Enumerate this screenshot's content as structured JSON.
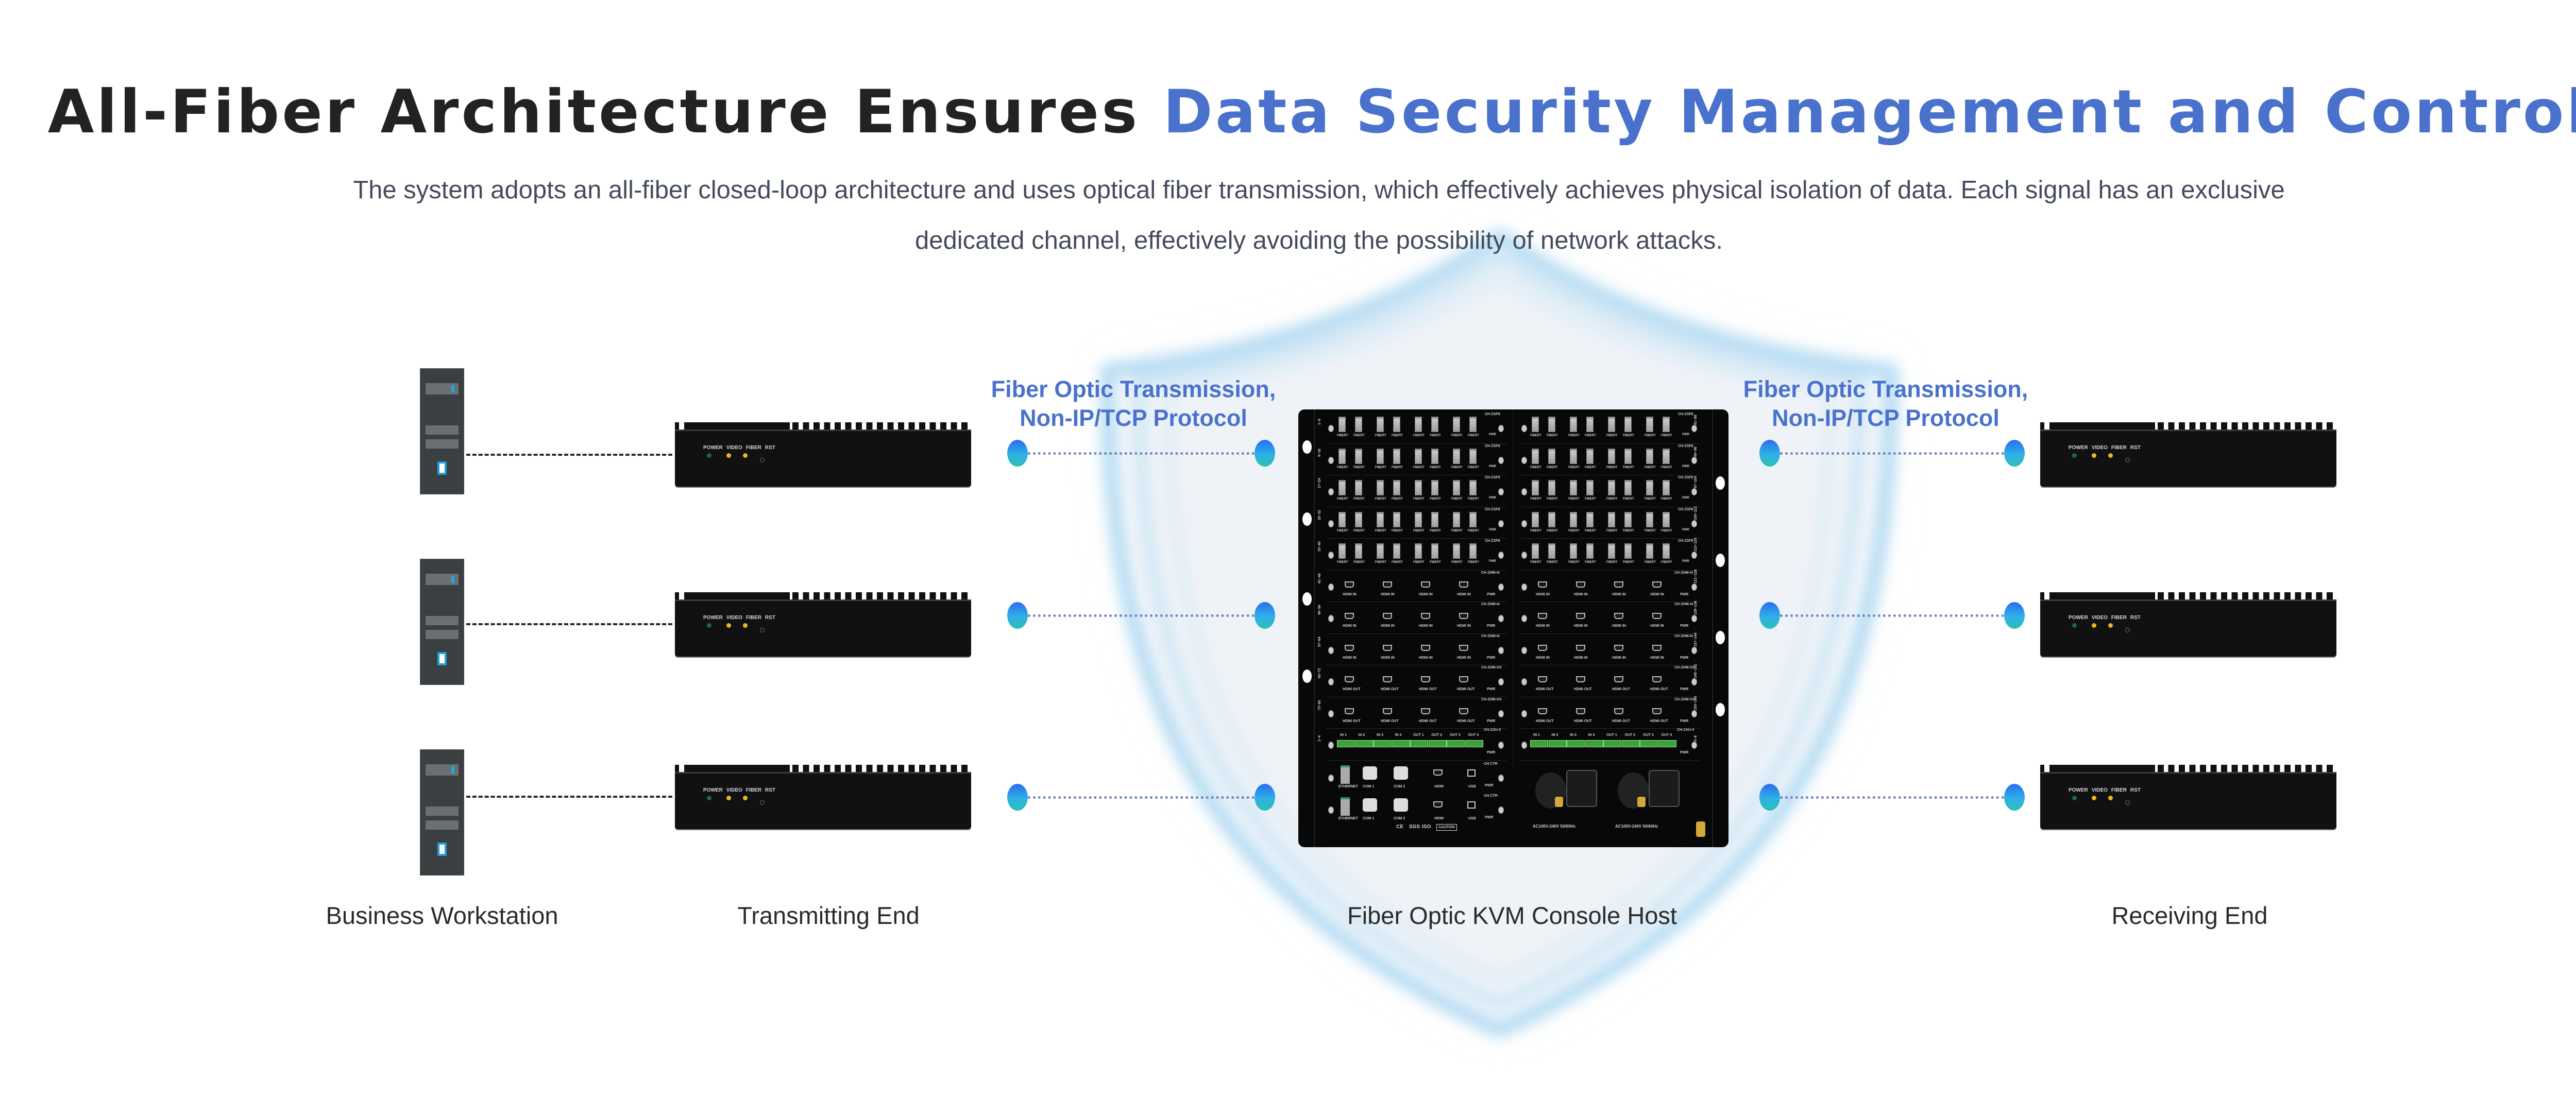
{
  "header": {
    "title_dark": "All-Fiber Architecture Ensures",
    "title_accent": "Data Security Management and Control",
    "subtitle_line1": "The system adopts an all-fiber closed-loop architecture and uses optical fiber transmission, which effectively achieves physical isolation of data. Each signal has an exclusive",
    "subtitle_line2": "dedicated channel, effectively avoiding the possibility of network attacks."
  },
  "colors": {
    "accent": "#4a72cc",
    "title_dark": "#222222",
    "subtitle": "#444b5a",
    "node_gradient_top": "#2a6ff0",
    "node_gradient_bottom": "#2cc0b3",
    "shield_glow": "#8fc9ec",
    "led_power": "#1d6b3a",
    "led_active": "#f0b51e"
  },
  "transmission_labels": {
    "left": {
      "line1": "Fiber Optic Transmission,",
      "line2": "Non-IP/TCP Protocol"
    },
    "right": {
      "line1": "Fiber Optic Transmission,",
      "line2": "Non-IP/TCP Protocol"
    }
  },
  "extender": {
    "indicators": [
      "POWER",
      "VIDEO",
      "FIBER",
      "RST"
    ]
  },
  "kvm_host": {
    "fiber_card_model": "CH-ZSF8",
    "fiber_port_label": "FIBERT",
    "hdmi_in_card_model": "CH-ZHM-I4",
    "hdmi_in_label": "HDMI IN",
    "hdmi_out_card_model": "CH-ZHM-O4",
    "hdmi_out_label": "HDMI OUT",
    "audio_card_model": "CH-ZAU-4",
    "audio_ports": [
      "IN 1",
      "IN 2",
      "IN 3",
      "IN 4",
      "OUT 1",
      "OUT 2",
      "OUT 3",
      "OUT 4"
    ],
    "control_card_model": "CH-CTR",
    "control_ports": [
      "ETHERNET",
      "COM 1",
      "COM 2",
      "HDMI",
      "USB"
    ],
    "pwr_label": "PWR",
    "left_ranges": [
      "1~8",
      "9~16",
      "17~24",
      "25~32",
      "33~40",
      "41~48",
      "49~56",
      "57~64",
      "65~72",
      "73~80",
      "1~4"
    ],
    "right_ranges": [
      "81~88",
      "89~96",
      "97~104",
      "105~112",
      "113~120",
      "121~128",
      "129~136",
      "137~144",
      "145~152",
      "153~160",
      "5~8"
    ],
    "power_label": "AC100V-240V 50/60Hz",
    "certifications": [
      "CE",
      "SGS",
      "ISO",
      "CAUTION"
    ]
  },
  "captions": {
    "workstation": "Business Workstation",
    "transmitter": "Transmitting End",
    "host": "Fiber Optic KVM Console Host",
    "receiver": "Receiving End"
  }
}
